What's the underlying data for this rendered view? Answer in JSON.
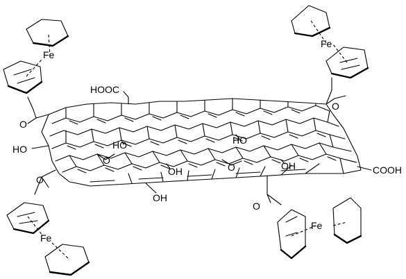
{
  "labels": {
    "fe": "Fe",
    "cooh_top": "HOOC",
    "cooh_right": "COOH",
    "oh": "OH",
    "ho": "HO",
    "o": "O"
  }
}
